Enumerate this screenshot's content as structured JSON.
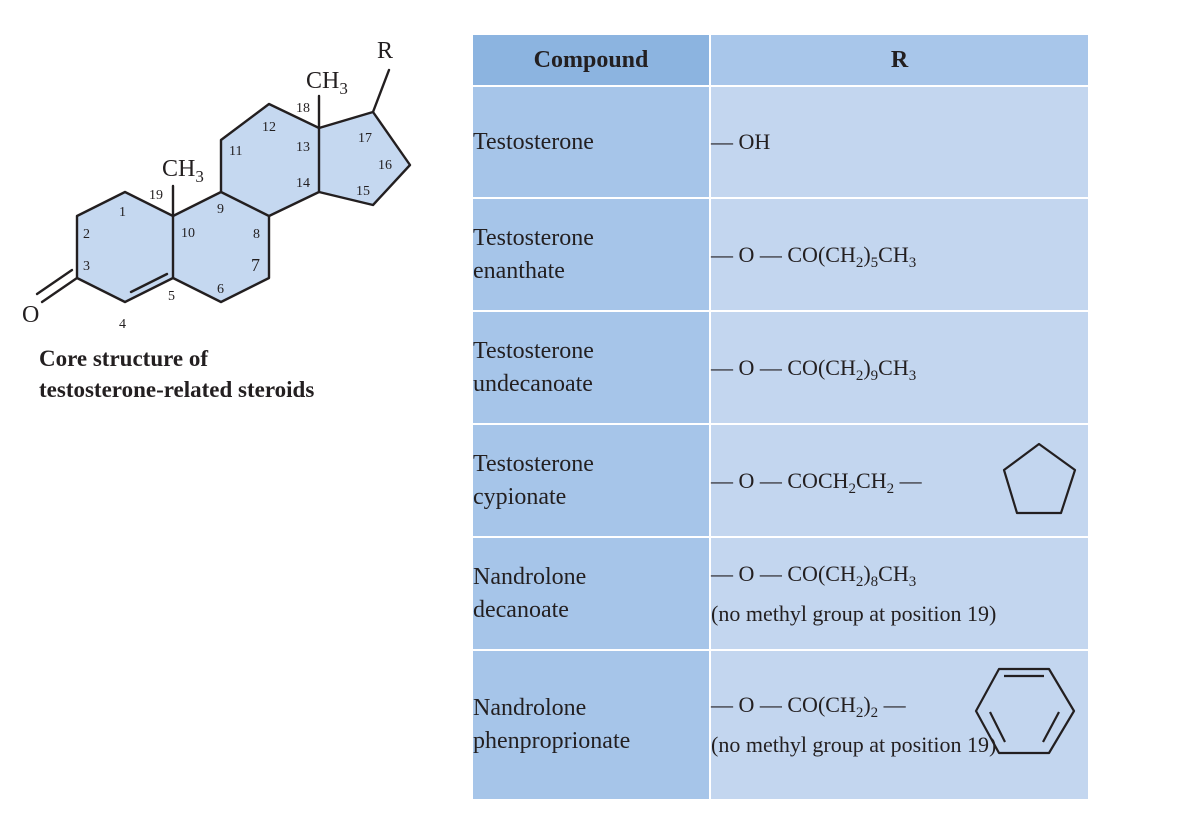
{
  "structure": {
    "caption_line1": "Core structure of",
    "caption_line2": "testosterone-related steroids",
    "r_label": "R",
    "oxygen_label": "O",
    "methyl_text": "CH",
    "methyl_sub": "3",
    "positions": [
      "1",
      "2",
      "3",
      "4",
      "5",
      "6",
      "7",
      "8",
      "9",
      "10",
      "11",
      "12",
      "13",
      "14",
      "15",
      "16",
      "17",
      "18",
      "19"
    ],
    "ring_fill": "#c5d8f0"
  },
  "table": {
    "header_compound": "Compound",
    "header_r": "R",
    "rows": [
      {
        "name_line1": "Testosterone",
        "name_line2": "",
        "r_prefix": "— OH",
        "r_sub1": "",
        "r_mid": "",
        "r_sub2": "",
        "r_end": "",
        "note": ""
      },
      {
        "name_line1": "Testosterone",
        "name_line2": "enanthate",
        "r_prefix": "— O — CO(CH",
        "r_sub1": "2",
        "r_mid": ")",
        "r_sub2": "5",
        "r_end": "CH",
        "r_sub3": "3",
        "note": ""
      },
      {
        "name_line1": "Testosterone",
        "name_line2": "undecanoate",
        "r_prefix": "— O — CO(CH",
        "r_sub1": "2",
        "r_mid": ")",
        "r_sub2": "9",
        "r_end": "CH",
        "r_sub3": "3",
        "note": ""
      },
      {
        "name_line1": "Testosterone",
        "name_line2": "cypionate",
        "r_prefix": "— O — COCH",
        "r_sub1": "2",
        "r_mid": "CH",
        "r_sub2": "2",
        "r_end": " —",
        "r_sub3": "",
        "note": ""
      },
      {
        "name_line1": "Nandrolone",
        "name_line2": "decanoate",
        "r_prefix": "— O — CO(CH",
        "r_sub1": "2",
        "r_mid": ")",
        "r_sub2": "8",
        "r_end": "CH",
        "r_sub3": "3",
        "note": "(no methyl group at position 19)"
      },
      {
        "name_line1": "Nandrolone",
        "name_line2": "phenproprionate",
        "r_prefix": "— O — CO(CH",
        "r_sub1": "2",
        "r_mid": ")",
        "r_sub2": "2",
        "r_end": " —",
        "r_sub3": "",
        "note": "(no methyl group at position 19)"
      }
    ]
  }
}
